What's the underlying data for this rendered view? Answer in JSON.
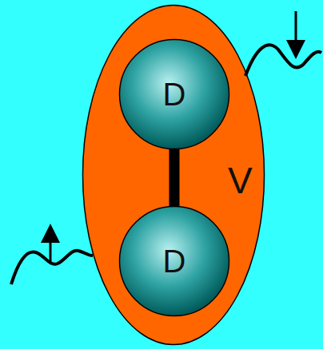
{
  "diagram": {
    "nodes": [
      {
        "text": [
          "V"
        ]
      },
      {
        "text": [
          "D"
        ],
        "in": 0
      },
      {
        "text": [
          "D"
        ],
        "in": 0
      }
    ],
    "edges": [
      {
        "from": 1,
        "to": 2,
        "arrow": "none"
      }
    ]
  }
}
